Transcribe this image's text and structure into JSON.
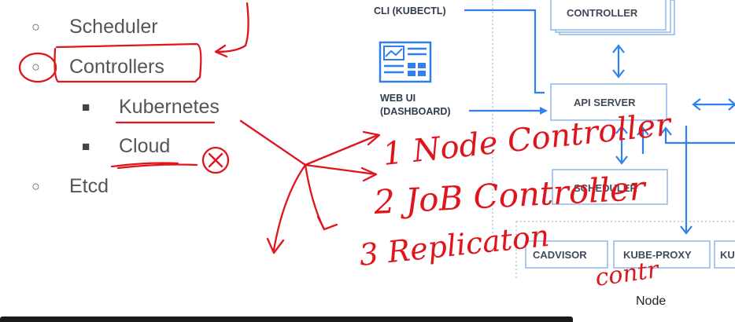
{
  "bullets": {
    "level1": [
      "Scheduler",
      "Controllers",
      "Etcd"
    ],
    "level2": [
      "Kubernetes",
      "Cloud"
    ],
    "markers": {
      "open": "○",
      "filled": "■"
    }
  },
  "diagram": {
    "cli_label": "CLI (KUBECTL)",
    "web_ui_line1": "WEB UI",
    "web_ui_line2": "(DASHBOARD)",
    "controller": "CONTROLLER",
    "api_server": "API SERVER",
    "scheduler": "SCHEDULER",
    "cadvisor": "CADVISOR",
    "kube_proxy": "KUBE-PROXY",
    "cut_box": "KU",
    "node": "Node",
    "accent_color": "#2f80ed"
  },
  "annotations": {
    "item1": "1 Node Controller",
    "item2": "2 JoB Controller",
    "item3": "3 Replicaton",
    "scribble": "contr",
    "x_mark": "x"
  }
}
